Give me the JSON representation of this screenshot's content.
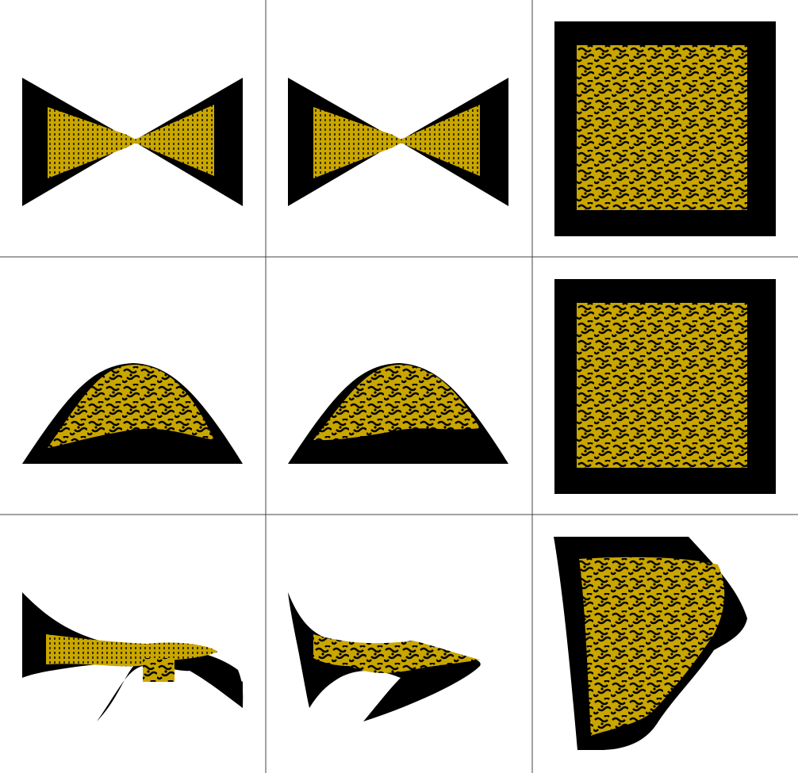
{
  "figure": {
    "rows": 3,
    "columns": 3,
    "colors": {
      "background": "#ffffff",
      "gridline": "#444444",
      "shape_fill": "#000000",
      "pattern_fill": "#c9a600",
      "pattern_dot": "#000000"
    },
    "panels": [
      {
        "row": 1,
        "col": 1,
        "shape": "bowtie",
        "pattern": "dense-vertical-lattice-converging-to-center"
      },
      {
        "row": 1,
        "col": 2,
        "shape": "bowtie",
        "pattern": "dense-vertical-lattice-converging-to-center"
      },
      {
        "row": 1,
        "col": 3,
        "shape": "square",
        "pattern": "interlocking-lattice"
      },
      {
        "row": 2,
        "col": 1,
        "shape": "dome",
        "pattern": "interlocking-lattice-arched"
      },
      {
        "row": 2,
        "col": 2,
        "shape": "dome",
        "pattern": "interlocking-lattice-arched"
      },
      {
        "row": 2,
        "col": 3,
        "shape": "square",
        "pattern": "interlocking-lattice"
      },
      {
        "row": 3,
        "col": 1,
        "shape": "twisted-saddle",
        "pattern": "lattice-twisted-band"
      },
      {
        "row": 3,
        "col": 2,
        "shape": "curled-saddle",
        "pattern": "lattice-twisted-band"
      },
      {
        "row": 3,
        "col": 3,
        "shape": "warped-quad",
        "pattern": "interlocking-lattice"
      }
    ]
  }
}
